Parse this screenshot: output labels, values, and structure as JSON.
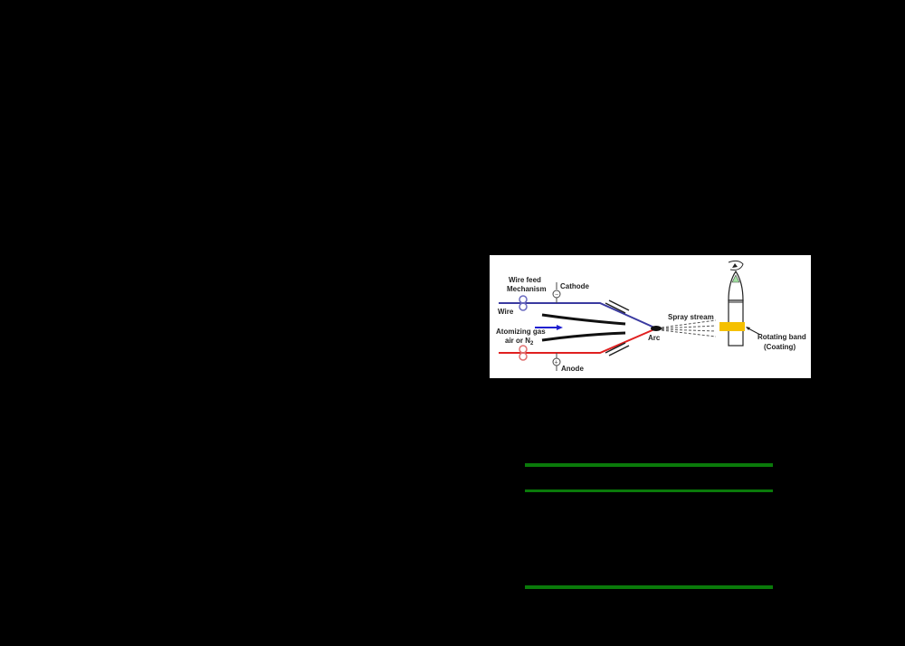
{
  "figure": {
    "labels": {
      "wire_feed_line1": "Wire feed",
      "wire_feed_line2": "Mechanism",
      "cathode": "Cathode",
      "wire": "Wire",
      "atomizing_gas_line1": "Atomizing gas",
      "atomizing_gas_line2": "air or N",
      "atomizing_gas_subscript": "2",
      "anode": "Anode",
      "arc": "Arc",
      "spray_stream": "Spray stream",
      "rotating_band_line1": "Rotating band",
      "rotating_band_line2": "(Coating)",
      "cathode_symbol": "−",
      "anode_symbol": "+"
    },
    "colors": {
      "cathode_wire": "#3a3aa0",
      "anode_wire": "#e02020",
      "gas_arrow": "#2020d0",
      "rotating_band": "#f5c000",
      "nose_tip": "#a0e0a0",
      "background": "#ffffff"
    }
  },
  "table": {
    "rule_color": "#0a7a0a",
    "rules": [
      "top",
      "mid",
      "bottom"
    ]
  }
}
